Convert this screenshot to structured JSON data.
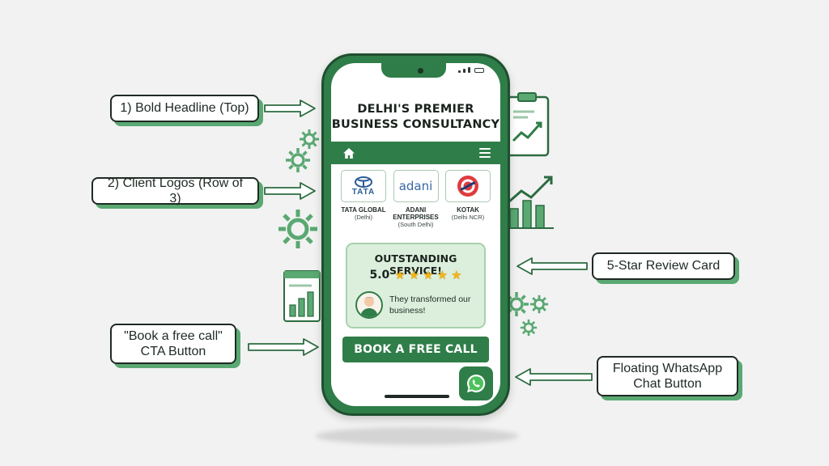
{
  "callouts": {
    "headline": "1) Bold Headline (Top)",
    "logos": "2) Client Logos (Row of 3)",
    "cta_line1": "\"Book a free call\"",
    "cta_line2": "CTA Button",
    "review": "5-Star Review Card",
    "whatsapp_line1": "Floating WhatsApp",
    "whatsapp_line2": "Chat Button"
  },
  "phone": {
    "headline_line1": "DELHI'S PREMIER",
    "headline_line2": "BUSINESS CONSULTANCY",
    "nav": {
      "home_icon": "home-icon",
      "menu_icon": "hamburger-menu-icon"
    },
    "clients": [
      {
        "logo_text": "TATA",
        "name": "TATA GLOBAL",
        "location": "(Delhi)"
      },
      {
        "logo_text": "adani",
        "name_line1": "ADANI",
        "name_line2": "ENTERPRISES",
        "location": "(South Delhi)"
      },
      {
        "logo_text": "",
        "name": "KOTAK",
        "location": "(Delhi NCR)"
      }
    ],
    "review": {
      "title": "OUTSTANDING SERVICE!",
      "score": "5.0",
      "stars": 5,
      "quote_line1": "They transformed our",
      "quote_line2": "business!"
    },
    "cta_label": "BOOK A FREE CALL",
    "whatsapp_icon": "whatsapp-icon"
  },
  "colors": {
    "brand_green": "#2f7d48",
    "accent_green": "#5aa872",
    "review_bg": "#dcefdc",
    "star": "#f2b418",
    "background": "#f1f2f1"
  }
}
